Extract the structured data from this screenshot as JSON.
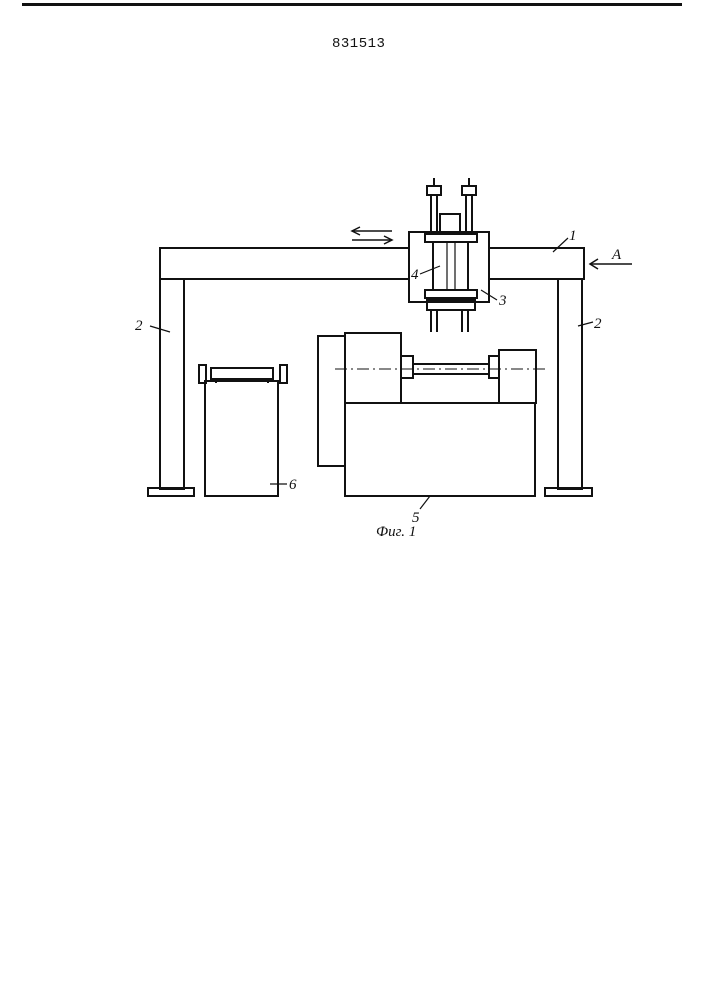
{
  "header": {
    "patent_number": "831513"
  },
  "figure": {
    "caption": "Фиг. 1",
    "labels": {
      "beam": "1",
      "post_left": "2",
      "post_right": "2",
      "carriage": "3",
      "gripper": "4",
      "machine": "5",
      "stand": "6",
      "view_arrow": "A"
    }
  }
}
